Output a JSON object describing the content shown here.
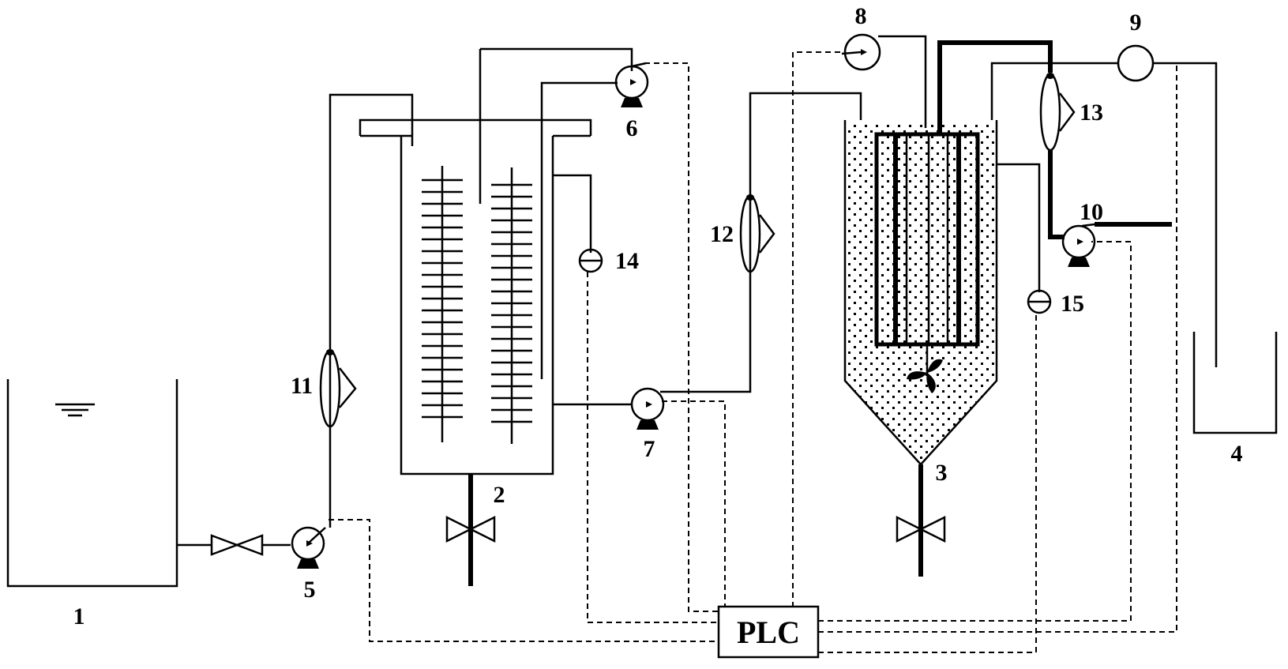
{
  "components": [
    {
      "id": "tank-1",
      "label": "1"
    },
    {
      "id": "reactor-2",
      "label": "2"
    },
    {
      "id": "reactor-3",
      "label": "3"
    },
    {
      "id": "tank-4",
      "label": "4"
    },
    {
      "id": "pump-5",
      "label": "5"
    },
    {
      "id": "pump-6",
      "label": "6"
    },
    {
      "id": "pump-7",
      "label": "7"
    },
    {
      "id": "pump-8",
      "label": "8"
    },
    {
      "id": "valve-9",
      "label": "9"
    },
    {
      "id": "pump-10",
      "label": "10"
    },
    {
      "id": "flowmeter-11",
      "label": "11"
    },
    {
      "id": "flowmeter-12",
      "label": "12"
    },
    {
      "id": "flowmeter-13",
      "label": "13"
    },
    {
      "id": "sensor-14",
      "label": "14"
    },
    {
      "id": "sensor-15",
      "label": "15"
    }
  ],
  "controller": {
    "label": "PLC"
  }
}
